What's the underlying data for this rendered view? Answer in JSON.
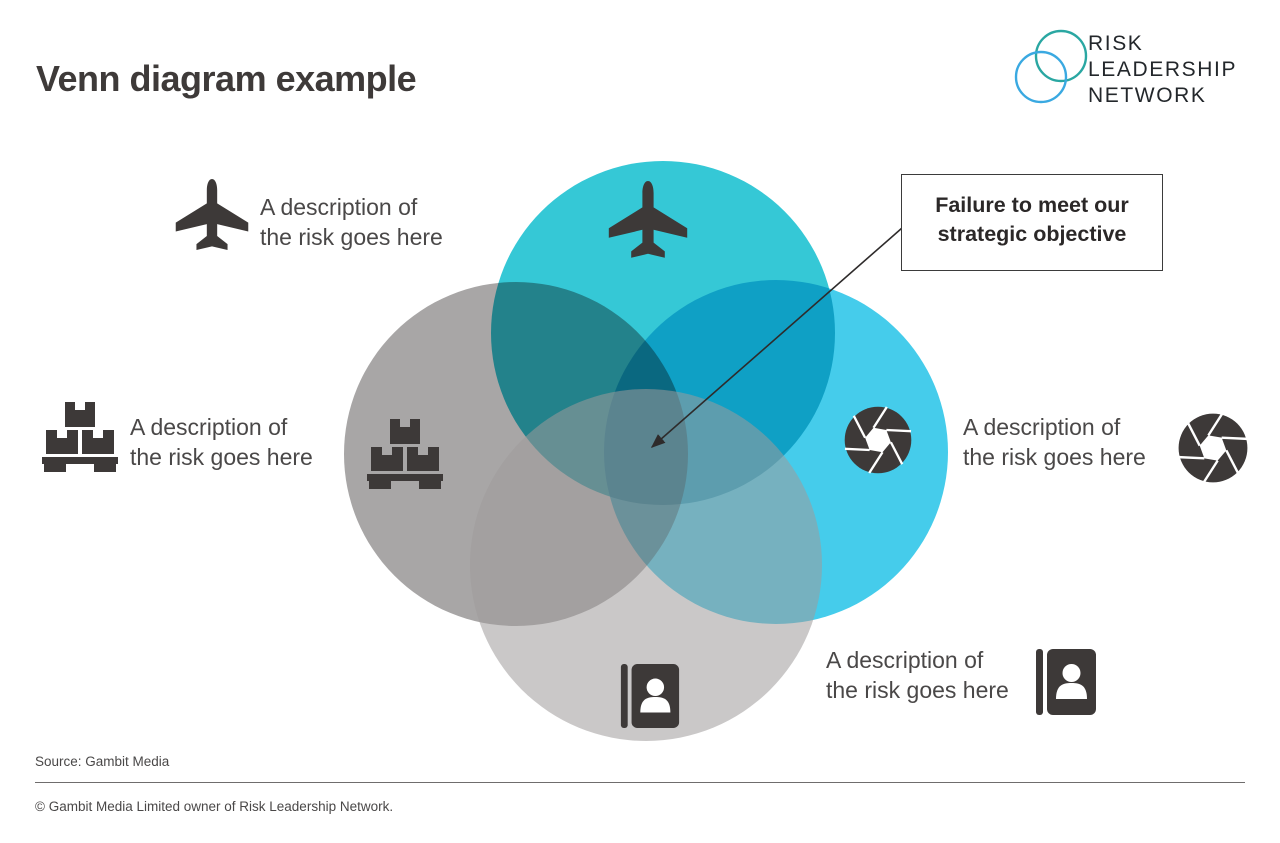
{
  "title": "Venn diagram example",
  "logo": {
    "lines": [
      "RISK",
      "LEADERSHIP",
      "NETWORK"
    ],
    "teal_circle_color": "#2aa7a2",
    "blue_circle_color": "#3aa9e1"
  },
  "callout": {
    "line1": "Failure to meet our",
    "line2": "strategic objective"
  },
  "risk_labels": {
    "plane": {
      "icon": "plane-icon",
      "line1": "A description of",
      "line2": "the risk goes here"
    },
    "pallet": {
      "icon": "pallet-icon",
      "line1": "A description of",
      "line2": "the risk goes here"
    },
    "aperture": {
      "icon": "aperture-icon",
      "line1": "A description of",
      "line2": "the risk goes here"
    },
    "contacts": {
      "icon": "contacts-book-icon",
      "line1": "A description of",
      "line2": "the risk goes here"
    }
  },
  "venn": {
    "top": {
      "label": "plane-risk-circle",
      "color": "#35c8d6"
    },
    "left": {
      "label": "pallet-risk-circle",
      "color": "#a8a6a6"
    },
    "right": {
      "label": "aperture-risk-circle",
      "color": "#25c3e8"
    },
    "bottom": {
      "label": "contacts-risk-circle",
      "color": "#9f9b9b"
    }
  },
  "icon_color": "#3d3938",
  "arrow_color": "#2e2b2b",
  "footer": {
    "source": "Source: Gambit Media",
    "copyright": "© Gambit Media Limited owner of Risk Leadership Network."
  }
}
